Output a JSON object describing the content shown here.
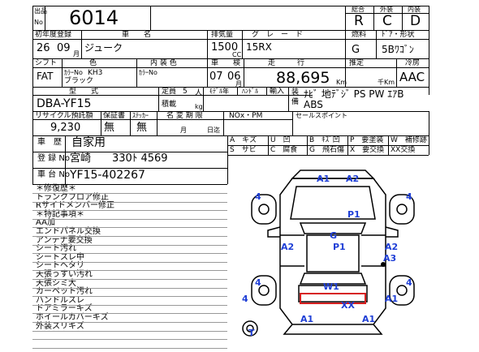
{
  "header": {
    "lot_label": "出品",
    "no_label": "No",
    "lot_number": "6014",
    "overall_label": "総合",
    "exterior_label": "外装",
    "interior_label": "内装",
    "overall_grade": "R",
    "exterior_grade": "C",
    "interior_grade": "D"
  },
  "row1": {
    "first_reg_label": "初年度登録",
    "car_name_label": "車　　名",
    "displacement_label": "排気量",
    "grade_label": "グ　レ　ー　ド",
    "fuel_label": "燃料",
    "door_label": "ﾄﾞｱ・形状",
    "year": "26",
    "month": "09",
    "month_unit": "月",
    "car_name": "ジューク",
    "displacement": "1500",
    "cc_unit": "CC",
    "grade": "15RX",
    "fuel": "G",
    "door_shape": "5Bﾜｺﾞﾝ"
  },
  "row2": {
    "shift_label": "シフト",
    "color_label": "色",
    "interior_color_label": "内 装 色",
    "inspection_label": "車　　検",
    "mileage_label": "走　　　行",
    "estimate_label": "推定",
    "ac_label": "冷房",
    "shift": "FAT",
    "color_no_label": "ｶﾗｰNo",
    "color_no": "KH3",
    "color": "ブラック",
    "interior_color_no_label": "ｶﾗｰNo",
    "inspection_year": "07",
    "inspection_month": "06",
    "month_unit": "月",
    "mileage": "88,695",
    "km_unit": "Km",
    "thousand_km_unit": "千Km",
    "ac": "AAC"
  },
  "row3": {
    "model_label": "型　　式",
    "capacity_label": "定員",
    "capacity": "5",
    "capacity_unit": "人",
    "model_suffix_label": "ﾓﾃﾞﾙ年",
    "handle_label": "ﾊﾝﾄﾞﾙ",
    "import_label": "輸入",
    "equipment_label": "装\n備",
    "model": "DBA-YF15",
    "load_label": "積載",
    "load_unit": "kg",
    "equipment_line1": "ﾅﾋﾞ 地ﾃﾞｼﾞ PS PW ｴｱB",
    "equipment_line2": "ABS"
  },
  "row4": {
    "recycle_label": "リサイクル預託額",
    "warranty_label": "保証書",
    "sticker_label": "ｽﾃｯｶｰ",
    "name_change_label": "名 変 期 限",
    "nox_label": "NOx・PM",
    "sales_point_label": "セールスポイント",
    "recycle_amount": "9,230",
    "warranty": "無",
    "sticker": "無",
    "month_unit": "月",
    "day_unit": "日迄"
  },
  "history": {
    "history_label": "車　歴",
    "history_value": "自家用",
    "reg_no_label": "登 録 No",
    "reg_no": "宮崎　　330ﾄ 4569",
    "chassis_label": "車 台 No",
    "chassis_no": "YF15-402267"
  },
  "legend": {
    "A": "A　キズ",
    "U": "U　凹",
    "B": "B　ｷｽﾞ凹",
    "P": "P　要塗装",
    "W": "W　補修跡",
    "S": "S　サビ",
    "C": "C　腐食",
    "G": "G　飛石傷",
    "X": "X　要交換",
    "XX": "XX交換"
  },
  "notes": [
    "＊修復歴＊",
    "トランクフロア修正",
    "Rサイドメンバー修正",
    "＊特記事項＊",
    "AA加",
    "エンドパネル交換",
    "アンテナ要交換",
    "シート汚れ",
    "シートスレ中",
    "シートヘタリ",
    "天張うすい汚れ",
    "天張シミ大",
    "カーペット汚れ",
    "ハンドルスレ",
    "ドアミラーキズ",
    "ホイールカバーキズ",
    "外装スリキズ"
  ],
  "diagram": {
    "marks": {
      "roof_a1_left": "A1",
      "roof_a2": "A2",
      "hood_p1": "P1",
      "hood_g": "G",
      "roof_p1": "P1",
      "left_a2": "A2",
      "right_a2": "A2",
      "right_a3": "A3",
      "tail_w1": "W1",
      "tail_xx": "XX",
      "rear_a1_right": "A1",
      "bottom_a1_left": "A1",
      "bottom_a1_right": "A1",
      "wheel_fl": "4",
      "wheel_fr": "4",
      "wheel_rl": "4",
      "wheel_rr": "4",
      "wheel_spare": "4",
      "bottom_t": "T"
    },
    "mark_color": "#1f3fd6",
    "highlight_color": "#d62020"
  }
}
